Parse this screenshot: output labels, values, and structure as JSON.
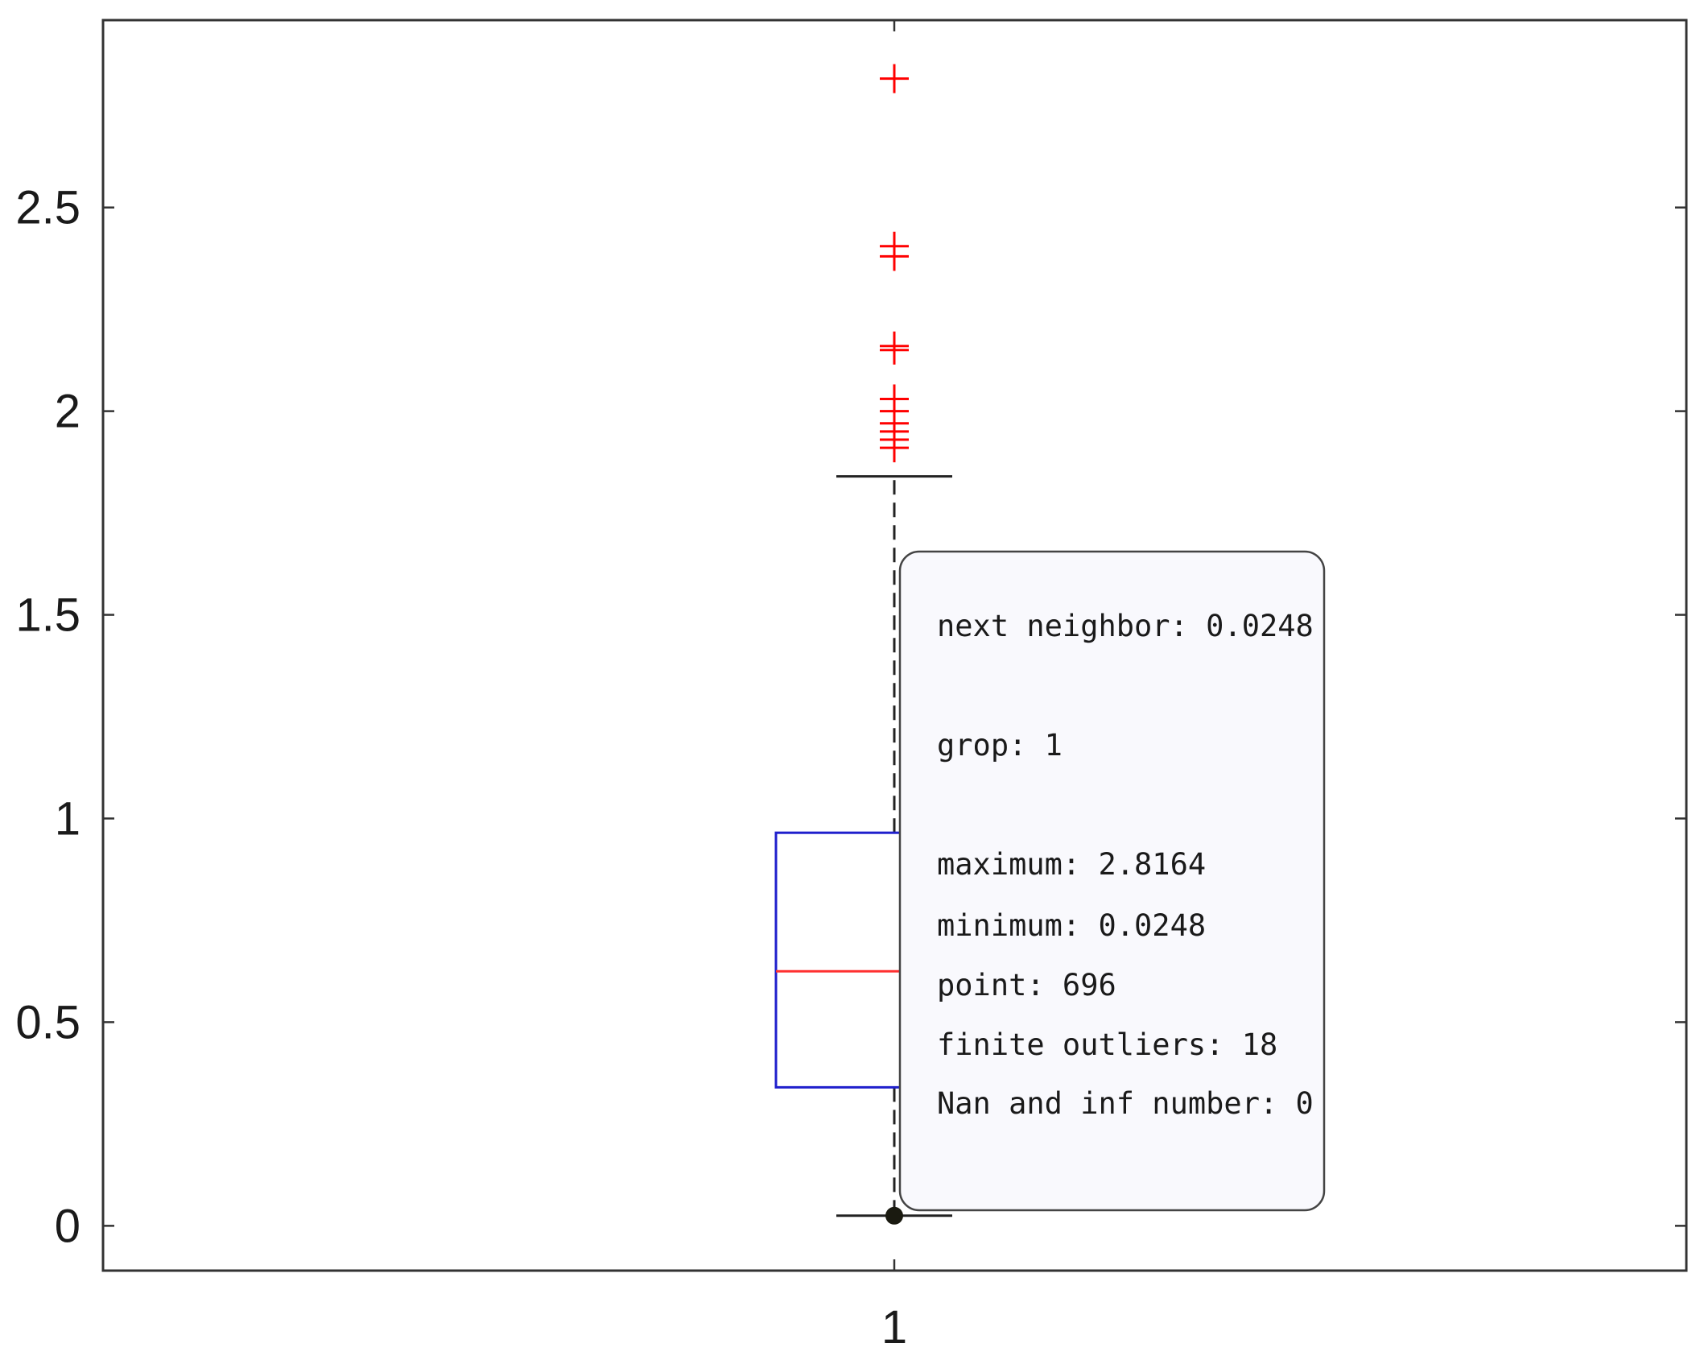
{
  "chart_data": {
    "type": "box",
    "categories": [
      "1"
    ],
    "ylim": [
      -0.11,
      2.96
    ],
    "y_ticks": [
      {
        "value": 0,
        "label": "0"
      },
      {
        "value": 0.5,
        "label": "0.5"
      },
      {
        "value": 1,
        "label": "1"
      },
      {
        "value": 1.5,
        "label": "1.5"
      },
      {
        "value": 2,
        "label": "2"
      },
      {
        "value": 2.5,
        "label": "2.5"
      }
    ],
    "x_ticks": [
      {
        "value": 1,
        "label": "1"
      }
    ],
    "grid": false,
    "box": {
      "q1": 0.34,
      "median": 0.625,
      "q3": 0.965,
      "whisker_low": 0.0248,
      "whisker_high": 1.84,
      "outliers": [
        2.8164,
        2.405,
        2.38,
        2.16,
        2.15,
        2.03,
        2.0,
        1.97,
        1.95,
        1.93,
        1.91
      ]
    },
    "selected_point": {
      "x": 1,
      "y": 0.0248
    },
    "colors": {
      "box": "#1f1fcc",
      "median": "#ff3030",
      "outlier": "#ff0000",
      "whisker": "#222222",
      "axis": "#333333"
    }
  },
  "datatip": {
    "lines": [
      "next neighbor: 0.0248",
      "grop: 1",
      "maximum: 2.8164",
      "minimum: 0.0248",
      "point: 696",
      "finite outliers: 18",
      "Nan and inf number: 0"
    ]
  }
}
